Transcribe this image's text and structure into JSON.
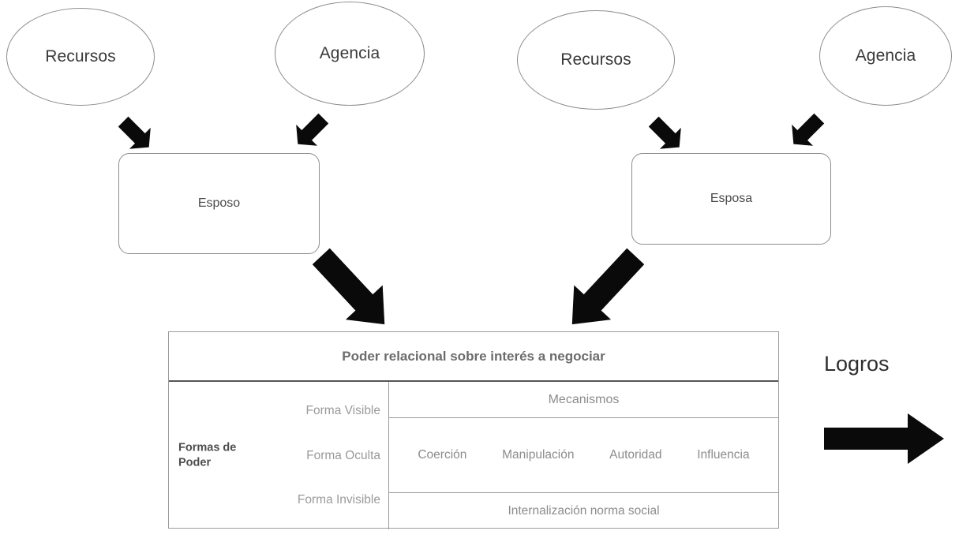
{
  "diagram": {
    "title_hidden": "",
    "sources": [
      {
        "id": "recursos-esposo",
        "label": "Recursos"
      },
      {
        "id": "agencia-esposo",
        "label": "Agencia"
      },
      {
        "id": "recursos-esposa",
        "label": "Recursos"
      },
      {
        "id": "agencia-esposa",
        "label": "Agencia"
      }
    ],
    "actors": [
      {
        "id": "esposo",
        "label": "Esposo"
      },
      {
        "id": "esposa",
        "label": "Esposa"
      }
    ],
    "outcome": {
      "label": "Logros"
    },
    "arrows": [
      {
        "name": "arrow-recursos-to-esposo",
        "direction": "down-right"
      },
      {
        "name": "arrow-agencia-to-esposo",
        "direction": "down-left"
      },
      {
        "name": "arrow-recursos-to-esposa",
        "direction": "down-right"
      },
      {
        "name": "arrow-agencia-to-esposa",
        "direction": "down-left"
      },
      {
        "name": "arrow-esposo-to-table",
        "direction": "down-right"
      },
      {
        "name": "arrow-esposa-to-table",
        "direction": "down-left"
      },
      {
        "name": "arrow-table-to-logros",
        "direction": "right"
      }
    ],
    "colors": {
      "arrow": "#000000",
      "outline": "#8d8d8d",
      "table_border": "#9b9b9b",
      "header_rule": "#555555",
      "muted_text": "#8c8c8c",
      "dark_text": "#4d4d4d"
    }
  },
  "table": {
    "header": "Poder relacional sobre interés a negociar",
    "left_column": {
      "title": "Formas de Poder",
      "rows": [
        "Forma Visible",
        "Forma Oculta",
        "Forma Invisible"
      ]
    },
    "right_column": {
      "title": "Mecanismos",
      "items": [
        "Coerción",
        "Manipulación",
        "Autoridad",
        "Influencia"
      ],
      "bottom_row": "Internalización norma social"
    }
  }
}
